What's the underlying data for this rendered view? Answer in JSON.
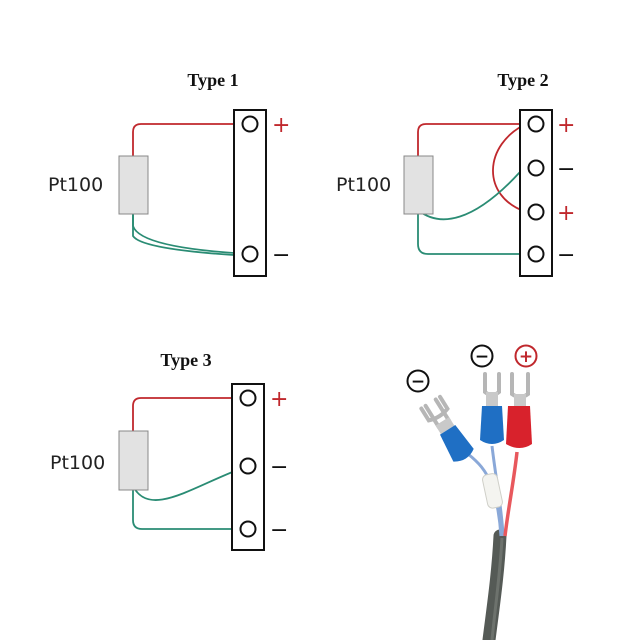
{
  "colors": {
    "red_wire": "#c0282d",
    "green_wire": "#2a8c74",
    "sensor_fill": "#e2e2e2",
    "block_stroke": "#111111",
    "plus_symbol": "#c0282d",
    "minus_symbol": "#111111",
    "blue_insulation": "#1f6fc4",
    "red_insulation": "#d8222c",
    "cable": "#555a56"
  },
  "diagrams": {
    "type1": {
      "title": "Type 1",
      "sensor_label": "Pt100",
      "terminals": [
        "+",
        "−"
      ]
    },
    "type2": {
      "title": "Type 2",
      "sensor_label": "Pt100",
      "terminals": [
        "+",
        "−",
        "+",
        "−"
      ]
    },
    "type3": {
      "title": "Type 3",
      "terminals": [
        "+",
        "−",
        "−"
      ],
      "sensor_label": "Pt100"
    }
  },
  "photo": {
    "badges": [
      {
        "symbol": "−",
        "color": "#111111"
      },
      {
        "symbol": "−",
        "color": "#111111"
      },
      {
        "symbol": "+",
        "color": "#c0282d"
      }
    ]
  }
}
